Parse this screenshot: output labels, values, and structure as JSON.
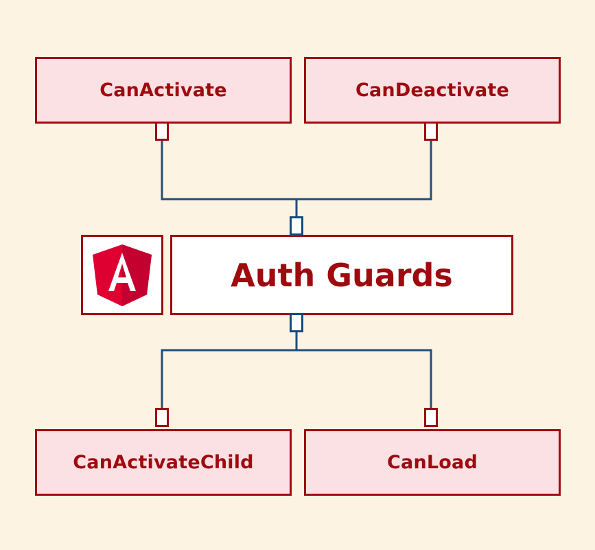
{
  "diagram": {
    "title": "Auth Guards",
    "background_color": "#fdf3e3",
    "accent_color": "#9e0b0f",
    "node_fill_color": "#fce1e4",
    "wire_color": "#1f4e79",
    "center": {
      "label": "Auth Guards",
      "logo": {
        "name": "angular-logo",
        "alt": "Angular shield logo",
        "primary_color": "#dd0031",
        "secondary_color": "#c3002f",
        "letter": "A",
        "letter_color": "#ffffff"
      }
    },
    "parents": [
      {
        "id": "canactivate",
        "label": "CanActivate"
      },
      {
        "id": "candeactivate",
        "label": "CanDeactivate"
      }
    ],
    "children": [
      {
        "id": "canactivatechild",
        "label": "CanActivateChild"
      },
      {
        "id": "canload",
        "label": "CanLoad"
      }
    ],
    "ports": [
      {
        "id": "port-canactivate",
        "color": "#9e0b0f"
      },
      {
        "id": "port-candeactivate",
        "color": "#9e0b0f"
      },
      {
        "id": "port-authguards-top",
        "color": "#134a7c"
      },
      {
        "id": "port-authguards-bottom",
        "color": "#134a7c"
      },
      {
        "id": "port-canactivatechild",
        "color": "#9e0b0f"
      },
      {
        "id": "port-canload",
        "color": "#9e0b0f"
      }
    ]
  }
}
